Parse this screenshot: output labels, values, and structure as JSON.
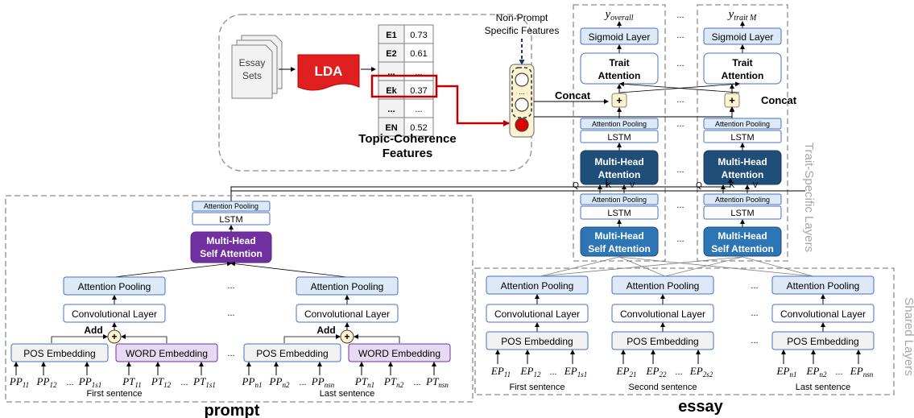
{
  "colors": {
    "light_blue": "#dde9f7",
    "dark_blue": "#1f4e79",
    "mid_blue": "#2e75b6",
    "purple": "#7030a0",
    "light_purple": "#e6d9f2",
    "gray_box": "#f2f2f2",
    "red": "#c00000",
    "node_fill": "#fff2cc",
    "border_dash": "#8c8c8c"
  },
  "topic": {
    "essay_sets": [
      "Essay",
      "Sets"
    ],
    "lda": "LDA",
    "table_rows": [
      {
        "key": "E1",
        "val": "0.73"
      },
      {
        "key": "E2",
        "val": "0.61"
      },
      {
        "key": "...",
        "val": "..."
      },
      {
        "key": "Ek",
        "val": "0.37"
      },
      {
        "key": "...",
        "val": "..."
      },
      {
        "key": "EN",
        "val": "0.52"
      }
    ],
    "caption_line1": "Topic-Coherence",
    "caption_line2": "Features",
    "non_prompt_line1": "Non-Prompt",
    "non_prompt_line2": "Specific Features",
    "node_dots": "..."
  },
  "trait": {
    "y_overall": "y",
    "y_overall_sub": "overall",
    "y_trait": "y",
    "y_trait_sub": "trait M",
    "sigmoid": "Sigmoid Layer",
    "trait_attention_line1": "Trait",
    "trait_attention_line2": "Attention",
    "plus": "+",
    "concat": "Concat",
    "attention_pooling": "Attention Pooling",
    "lstm": "LSTM",
    "mha_line1": "Multi-Head",
    "mha_line2": "Attention",
    "mhsa_line1": "Multi-Head",
    "mhsa_line2": "Self Attention",
    "q": "Q",
    "k": "K",
    "v": "V",
    "side_label": "Trait-Specific Layers",
    "ellipsis": "..."
  },
  "prompt": {
    "attention_pooling_small": "Attention Pooling",
    "lstm": "LSTM",
    "mhsa_line1": "Multi-Head",
    "mhsa_line2": "Self Attention",
    "attention_pooling": "Attention Pooling",
    "conv": "Convolutional Layer",
    "add": "Add",
    "pos_embedding": "POS Embedding",
    "word_embedding": "WORD Embedding",
    "first_tokens_pp": [
      "PP",
      "11",
      "PP",
      "12",
      "...",
      "PP",
      "1s1"
    ],
    "first_tokens_pt": [
      "PT",
      "11",
      "PT",
      "12",
      "...",
      "PT",
      "1s1"
    ],
    "last_tokens_pp": [
      "PP",
      "n1",
      "PP",
      "n2",
      "...",
      "PP",
      "nsn"
    ],
    "last_tokens_pt": [
      "PT",
      "n1",
      "PT",
      "n2",
      "...",
      "PT",
      "nsn"
    ],
    "first_sentence": "First sentence",
    "last_sentence": "Last sentence",
    "title": "prompt",
    "ellipsis": "..."
  },
  "essay": {
    "attention_pooling": "Attention Pooling",
    "conv": "Convolutional Layer",
    "pos_embedding": "POS Embedding",
    "s1_tokens": [
      "EP",
      "11",
      "EP",
      "12",
      "...",
      "EP",
      "1s1"
    ],
    "s2_tokens": [
      "EP",
      "21",
      "EP",
      "22",
      "...",
      "EP",
      "2s2"
    ],
    "sn_tokens": [
      "EP",
      "n1",
      "EP",
      "n2",
      "...",
      "EP",
      "nsn"
    ],
    "first_sentence": "First sentence",
    "second_sentence": "Second sentence",
    "last_sentence": "Last sentence",
    "title": "essay",
    "side_label": "Shared Layers",
    "ellipsis": "..."
  }
}
